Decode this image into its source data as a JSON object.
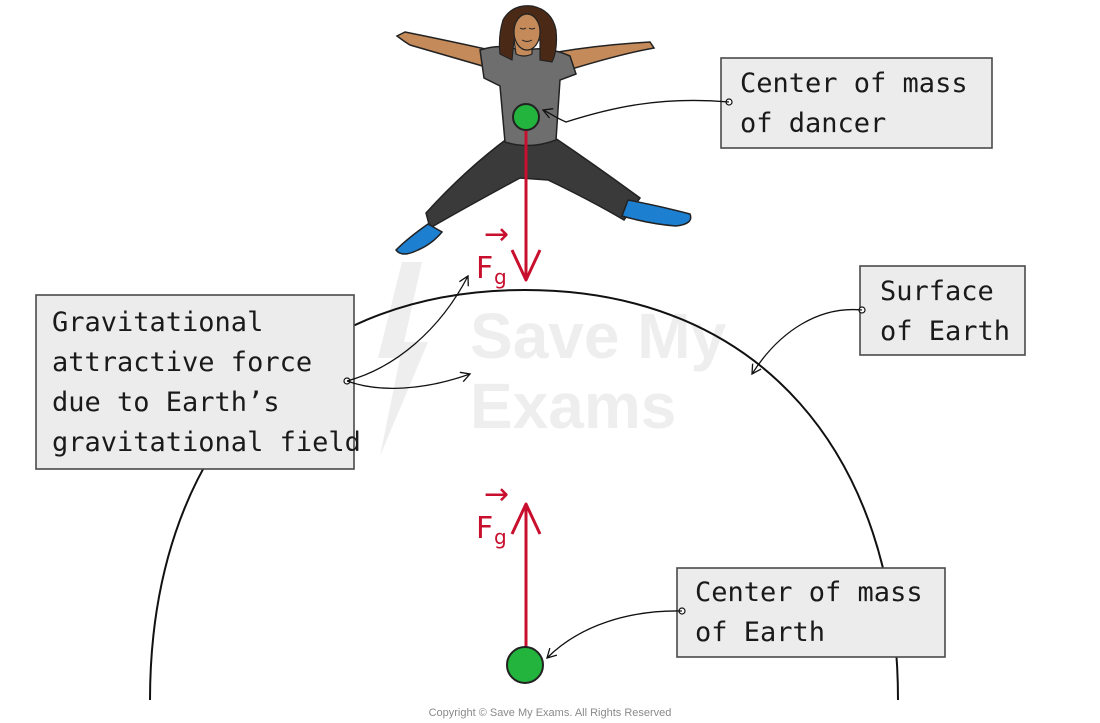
{
  "labels": {
    "dancer_com_line1": "Center of mass",
    "dancer_com_line2": "of dancer",
    "surface_line1": "Surface",
    "surface_line2": "of Earth",
    "force_line1": "Gravitational",
    "force_line2": "attractive force",
    "force_line3": "due to Earth’s",
    "force_line4": "gravitational field",
    "earth_com_line1": "Center of mass",
    "earth_com_line2": "of Earth"
  },
  "force_symbol": {
    "main": "F",
    "subscript": "g",
    "vector_arrow": "→"
  },
  "watermark": {
    "line1": "Save My",
    "line2": "Exams"
  },
  "copyright": "Copyright © Save My Exams. All Rights Reserved",
  "colors": {
    "force_arrow": "#c8102e",
    "center_of_mass": "#22b43c",
    "label_box_fill": "#ececec",
    "label_box_stroke": "#4a4a4a",
    "dancer_skin": "#c48a5a",
    "dancer_shirt": "#6e6e6e",
    "dancer_pants": "#3a3a3a",
    "dancer_shoes": "#1d7fd0",
    "dancer_hair": "#4a2a16"
  }
}
